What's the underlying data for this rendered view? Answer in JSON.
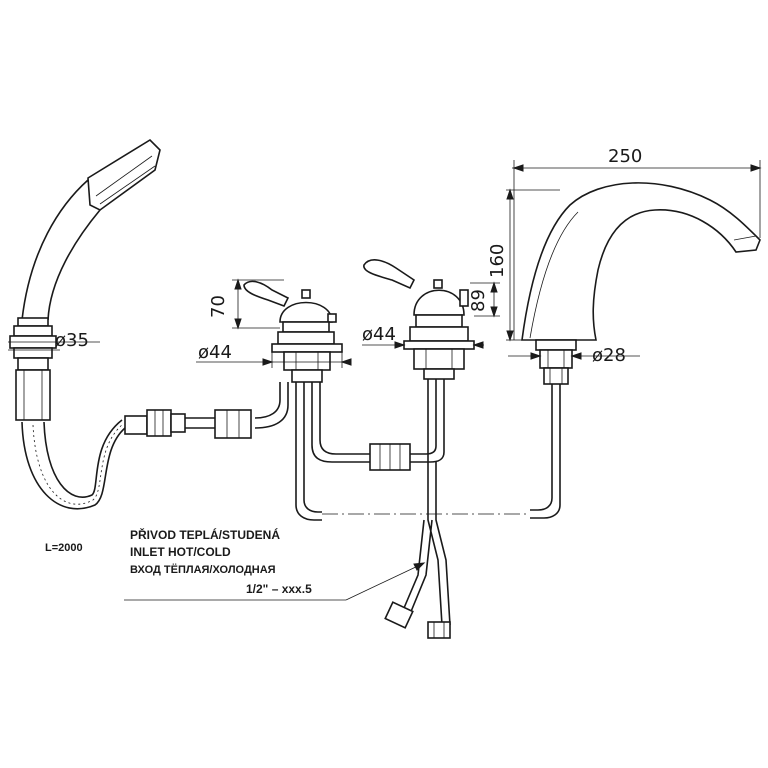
{
  "dimensions": {
    "spout_width": "250",
    "spout_height": "160",
    "valve_right_height": "89",
    "valve_left_height": "70",
    "shower_diameter": "ø35",
    "valve_left_diameter": "ø44",
    "valve_right_diameter": "ø44",
    "spout_diameter": "ø28"
  },
  "hose_length": "L=2000",
  "inlet_label": {
    "line_cz": "PŘIVOD TEPLÁ/STUDENÁ",
    "line_en": "INLET HOT/COLD",
    "line_ru": "ВХОД ТЁПЛАЯ/ХОЛОДНАЯ",
    "thread": "1/2\" – xxx.5"
  }
}
